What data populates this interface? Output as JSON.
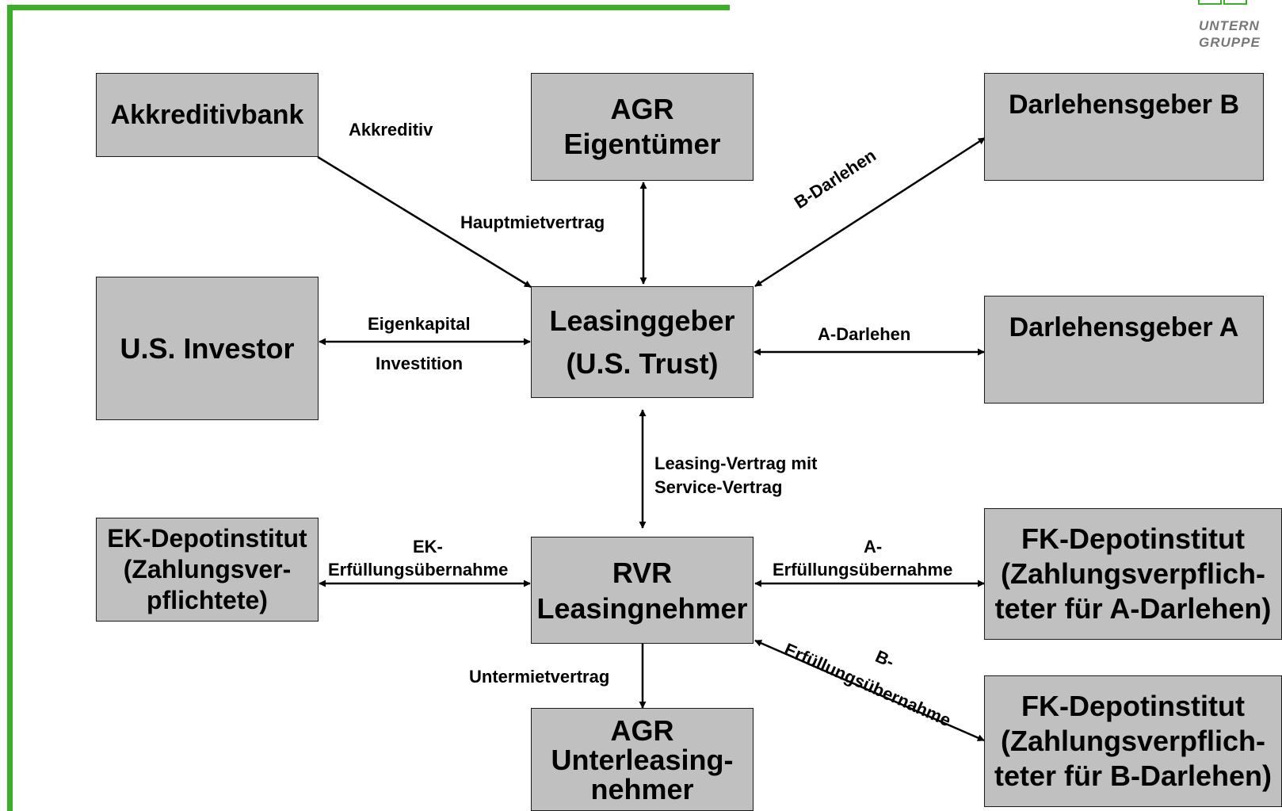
{
  "logo": {
    "line1": "UNTERN",
    "line2": "GRUPPE"
  },
  "boxes": {
    "akkreditivbank": [
      "Akkreditivbank"
    ],
    "agr_eigentuemer": [
      "AGR",
      "Eigentümer"
    ],
    "darlehensgeber_b": [
      "Darlehensgeber B"
    ],
    "us_investor": [
      "U.S. Investor"
    ],
    "leasinggeber": [
      "Leasinggeber",
      "(U.S. Trust)"
    ],
    "darlehensgeber_a": [
      "Darlehensgeber A"
    ],
    "ek_depot": [
      "EK-Depotinstitut",
      "(Zahlungsver-",
      "pflichtete)"
    ],
    "rvr": [
      "RVR",
      "Leasingnehmer"
    ],
    "fk_depot_a": [
      "FK-Depotinstitut",
      "(Zahlungsverpflich-",
      "teter für A-Darlehen)"
    ],
    "agr_unterleasing": [
      "AGR",
      "Unterleasing-",
      "nehmer"
    ],
    "fk_depot_b": [
      "FK-Depotinstitut",
      "(Zahlungsverpflich-",
      "teter für B-Darlehen)"
    ]
  },
  "labels": {
    "akkreditiv": "Akkreditiv",
    "hauptmietvertrag": "Hauptmietvertrag",
    "b_darlehen": "B-Darlehen",
    "eigenkapital": "Eigenkapital",
    "investition": "Investition",
    "a_darlehen": "A-Darlehen",
    "leasing_vertrag_1": "Leasing-Vertrag mit",
    "leasing_vertrag_2": "Service-Vertrag",
    "ek_erfuellung_1": "EK-",
    "ek_erfuellung_2": "Erfüllungsübernahme",
    "a_erfuellung_1": "A-",
    "a_erfuellung_2": "Erfüllungsübernahme",
    "b_erfuellung_1": "B-",
    "b_erfuellung_2": "Erfüllungsübernahme",
    "untermietvertrag": "Untermietvertrag"
  },
  "colors": {
    "box_fill": "#c0c0c0",
    "frame_green": "#3cae2a",
    "logo_grey": "#777777"
  }
}
